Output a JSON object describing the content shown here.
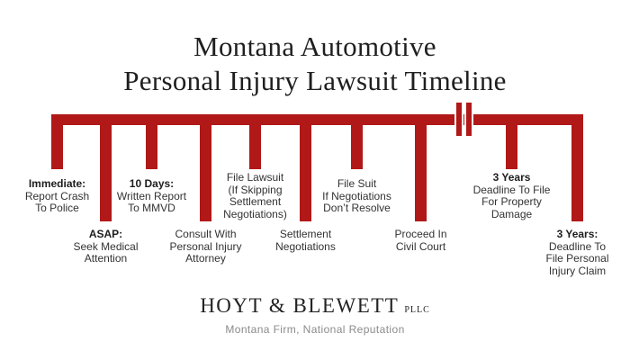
{
  "title": {
    "line1": "Montana Automotive",
    "line2": "Personal Injury Lawsuit Timeline"
  },
  "timeline": {
    "break_icon": "timeline-gap-break-icon",
    "events": [
      {
        "label_bold": "Immediate:",
        "label_lines": [
          "Report Crash",
          "To Police"
        ]
      },
      {
        "label_bold": "ASAP:",
        "label_lines": [
          "Seek Medical",
          "Attention"
        ]
      },
      {
        "label_bold": "10 Days:",
        "label_lines": [
          "Written Report",
          "To MMVD"
        ]
      },
      {
        "label_bold": "",
        "label_lines": [
          "Consult With",
          "Personal Injury",
          "Attorney"
        ]
      },
      {
        "label_bold": "",
        "label_lines": [
          "File Lawsuit",
          "(If Skipping",
          "Settlement",
          "Negotiations)"
        ]
      },
      {
        "label_bold": "",
        "label_lines": [
          "Settlement",
          "Negotiations"
        ]
      },
      {
        "label_bold": "",
        "label_lines": [
          "File Suit",
          "If Negotiations",
          "Don’t Resolve"
        ]
      },
      {
        "label_bold": "",
        "label_lines": [
          "Proceed In",
          "Civil Court"
        ]
      },
      {
        "label_bold": "3 Years",
        "label_lines": [
          "Deadline To File",
          "For Property",
          "Damage"
        ]
      },
      {
        "label_bold": "3 Years:",
        "label_lines": [
          "Deadline To",
          "File Personal",
          "Injury Claim"
        ]
      }
    ]
  },
  "footer": {
    "firm_name": "HOYT & BLEWETT",
    "firm_suffix": "PLLC",
    "tagline": "Montana Firm, National Reputation"
  },
  "colors": {
    "timeline_red": "#B11818",
    "title_text": "#1F1F1F",
    "label_text": "#333333",
    "tagline_gray": "#8A8A8A"
  }
}
